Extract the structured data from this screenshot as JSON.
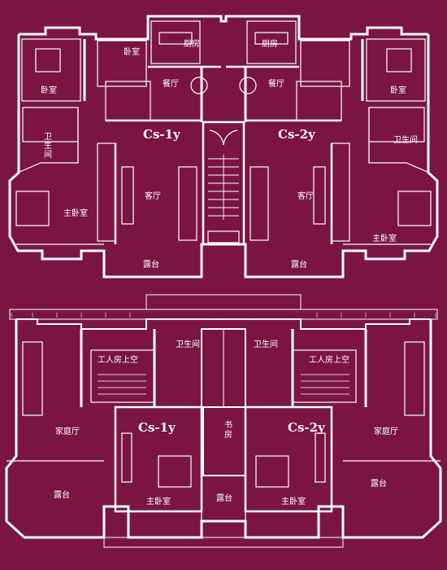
{
  "upper_floor": {
    "unit_left": "Cs-1y",
    "unit_right": "Cs-2y",
    "rooms": {
      "bedroom_left": "卧室",
      "bedroom_small_left": "卧室",
      "kitchen_left": "厨房",
      "kitchen_right": "厨房",
      "dining_left": "餐厅",
      "dining_right": "餐厅",
      "bedroom_right": "卧室",
      "bathroom_left": "卫生间",
      "bathroom_right": "卫生间",
      "master_left": "主卧室",
      "master_right": "主卧室",
      "living_left": "客厅",
      "living_right": "客厅",
      "terrace_left": "露台",
      "terrace_right": "露台"
    }
  },
  "lower_floor": {
    "unit_left": "Cs-1y",
    "unit_right": "Cs-2y",
    "rooms": {
      "bathroom_left": "卫生间",
      "bathroom_right": "卫生间",
      "void_left": "工人房上空",
      "void_right": "工人房上空",
      "family_left": "家庭厅",
      "family_right": "家庭厅",
      "study": "书\n房",
      "master_left": "主卧室",
      "master_right": "主卧室",
      "terrace_left": "露台",
      "terrace_center": "露台",
      "terrace_right": "露台"
    }
  },
  "colors": {
    "background": "#7a1542",
    "line": "#ffffff"
  }
}
